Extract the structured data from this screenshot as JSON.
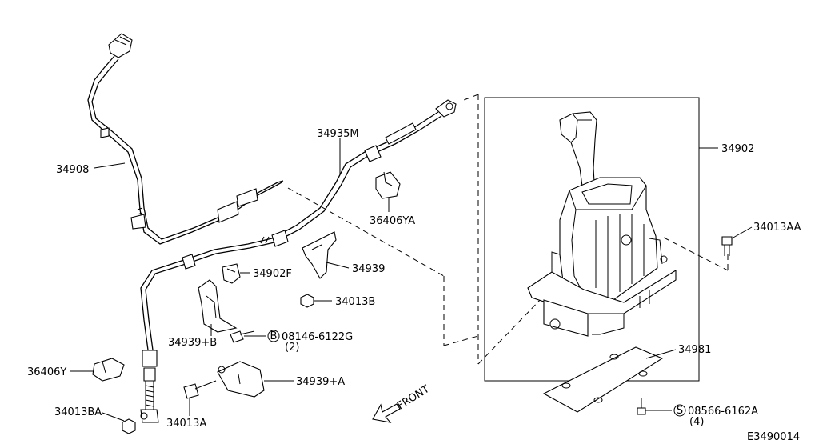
{
  "diagram_code": "E3490014",
  "front_label": "FRONT",
  "parts": {
    "p34908": "34908",
    "p34935M": "34935M",
    "p34902": "34902",
    "p34013AA": "34013AA",
    "p36406YA": "36406YA",
    "p34939": "34939",
    "p34902F": "34902F",
    "p34013B": "34013B",
    "p34939B": "34939+B",
    "p08146": "08146-6122G",
    "p08146_qty": "(2)",
    "p08146_prefix": "B",
    "p36406Y": "36406Y",
    "p34981": "34981",
    "p34939A": "34939+A",
    "p34013BA": "34013BA",
    "p34013A": "34013A",
    "p08566": "08566-6162A",
    "p08566_qty": "(4)",
    "p08566_prefix": "S"
  }
}
